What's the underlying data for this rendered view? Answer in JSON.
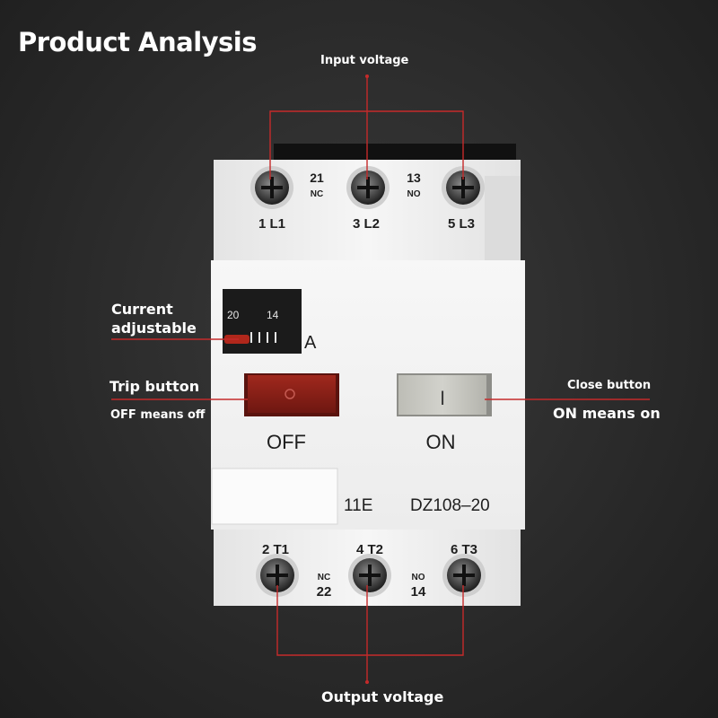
{
  "title": "Product Analysis",
  "callouts": {
    "input_voltage": "Input voltage",
    "output_voltage": "Output voltage",
    "current_adjustable": [
      "Current",
      "adjustable"
    ],
    "trip_button": "Trip button",
    "off_means_off": "OFF means off",
    "close_button": "Close button",
    "on_means_on": "ON means on"
  },
  "device": {
    "top_terminals": [
      "1 L1",
      "3 L2",
      "5 L3"
    ],
    "top_aux": [
      {
        "number": "21",
        "type": "NC"
      },
      {
        "number": "13",
        "type": "NO"
      }
    ],
    "bottom_terminals": [
      "2 T1",
      "4 T2",
      "6 T3"
    ],
    "bottom_aux": [
      {
        "number": "22",
        "type": "NC"
      },
      {
        "number": "14",
        "type": "NO"
      }
    ],
    "current_scale": [
      "20",
      "14"
    ],
    "current_unit": "A",
    "off_label": "OFF",
    "on_label": "ON",
    "on_button_glyph": "I",
    "variant_code": "11E",
    "model": "DZ108–20"
  },
  "colors": {
    "background": "#262626",
    "body": "#f1f1f1",
    "trip_button": "#8b2118",
    "close_button": "#c8c8c2",
    "leader_line": "#c52a2a"
  }
}
